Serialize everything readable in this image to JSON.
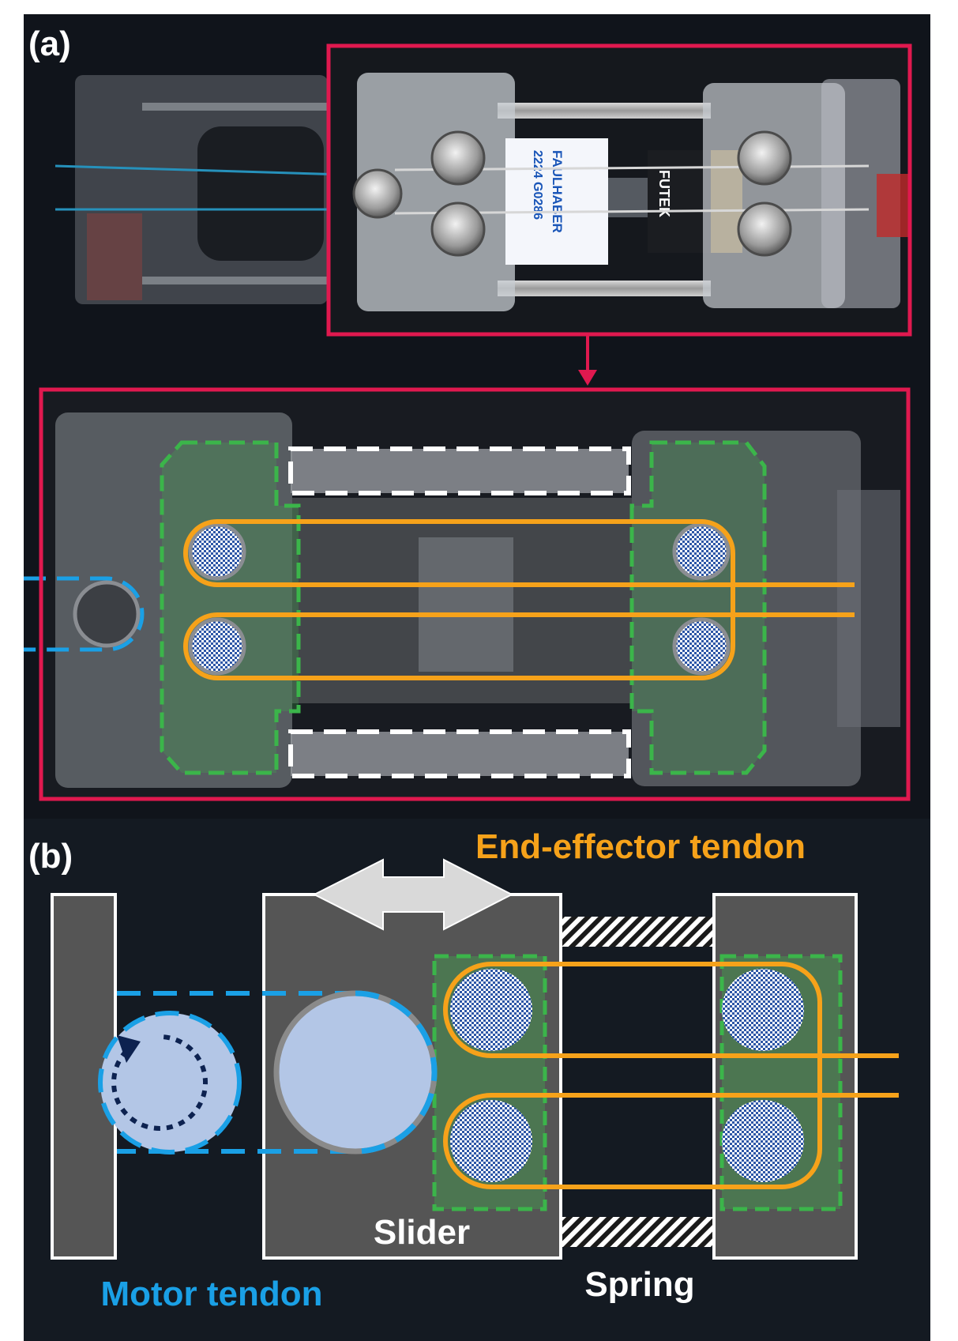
{
  "panel_a": {
    "label": "(a)",
    "photo": {
      "motor_brand_text": "FAULHABER",
      "motor_part_text": "2224 G0286",
      "sensor_brand_text": "FUTEK"
    }
  },
  "panel_b": {
    "label": "(b)",
    "end_effector_label": "End-effector tendon",
    "slider_label": "Slider",
    "motor_tendon_label": "Motor tendon",
    "spring_label": "Spring"
  },
  "colors": {
    "highlight_frame": "#e0194f",
    "orange_tendon": "#f6a21a",
    "blue_tendon": "#1aa0e6",
    "green_outline": "#3bb54a",
    "panel_b_background": "#141a22",
    "panel_b_block": "#555555",
    "pulley_fill": "#b3c6e6",
    "rotation_arrow": "#0d2250"
  }
}
